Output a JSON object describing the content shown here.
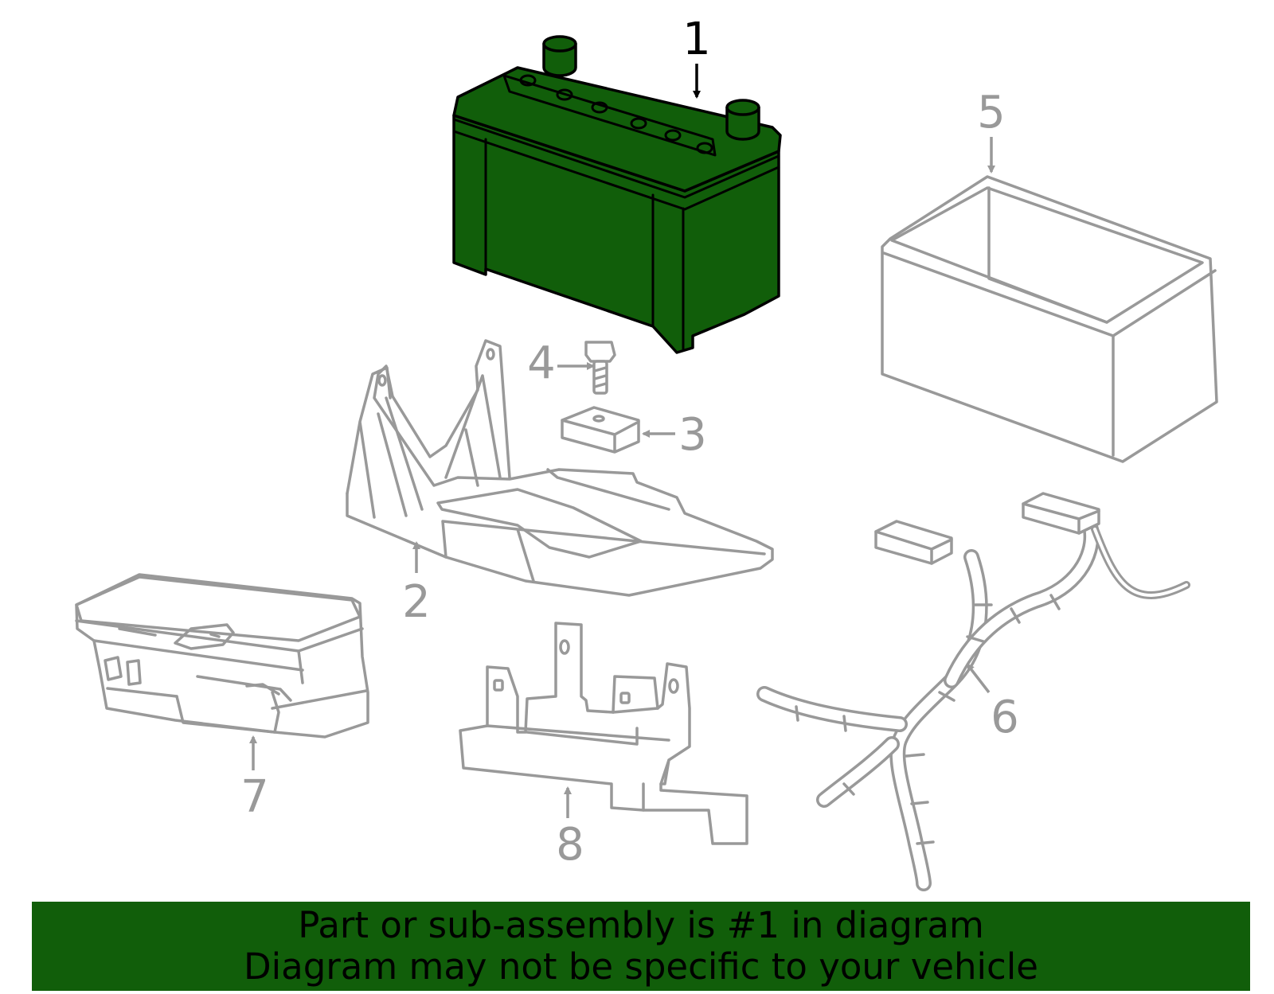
{
  "diagram": {
    "callouts": [
      {
        "number": "1",
        "highlighted": true
      },
      {
        "number": "2",
        "highlighted": false
      },
      {
        "number": "3",
        "highlighted": false
      },
      {
        "number": "4",
        "highlighted": false
      },
      {
        "number": "5",
        "highlighted": false
      },
      {
        "number": "6",
        "highlighted": false
      },
      {
        "number": "7",
        "highlighted": false
      },
      {
        "number": "8",
        "highlighted": false
      }
    ]
  },
  "banner": {
    "line1": "Part or sub-assembly is #1 in diagram",
    "line2": "Diagram may not be specific to your vehicle"
  },
  "colors": {
    "highlight_fill": "#115e0a",
    "banner_background": "#115e0a",
    "part_outline": "#999999",
    "highlight_outline": "#000000",
    "callout_text_muted": "#999999"
  }
}
